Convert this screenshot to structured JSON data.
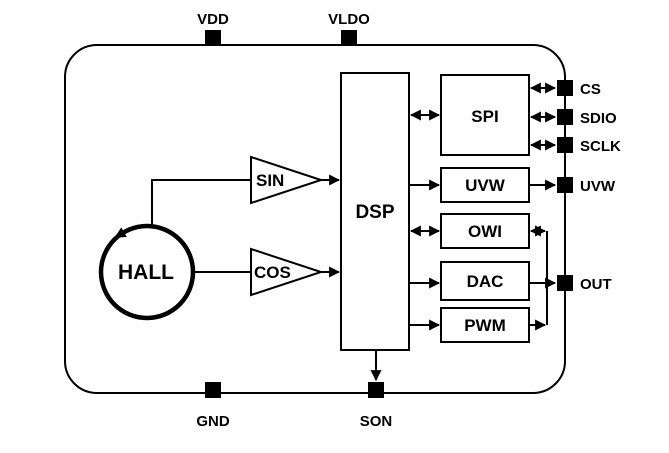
{
  "diagram": {
    "type": "ic-block-diagram",
    "blocks": {
      "hall": {
        "label": "HALL"
      },
      "sin": {
        "label": "SIN"
      },
      "cos": {
        "label": "COS"
      },
      "dsp": {
        "label": "DSP"
      },
      "spi": {
        "label": "SPI"
      },
      "uvw": {
        "label": "UVW"
      },
      "owi": {
        "label": "OWI"
      },
      "dac": {
        "label": "DAC"
      },
      "pwm": {
        "label": "PWM"
      }
    },
    "pins": {
      "vdd": {
        "label": "VDD",
        "side": "top"
      },
      "vldo": {
        "label": "VLDO",
        "side": "top"
      },
      "gnd": {
        "label": "GND",
        "side": "bottom"
      },
      "son": {
        "label": "SON",
        "side": "bottom"
      },
      "cs": {
        "label": "CS",
        "side": "right"
      },
      "sdio": {
        "label": "SDIO",
        "side": "right"
      },
      "sclk": {
        "label": "SCLK",
        "side": "right"
      },
      "uvw": {
        "label": "UVW",
        "side": "right"
      },
      "out": {
        "label": "OUT",
        "side": "right"
      }
    },
    "connections": [
      {
        "from": "HALL",
        "to": "SIN",
        "type": "line"
      },
      {
        "from": "HALL",
        "to": "COS",
        "type": "line"
      },
      {
        "from": "SIN",
        "to": "DSP",
        "type": "arrow"
      },
      {
        "from": "COS",
        "to": "DSP",
        "type": "arrow"
      },
      {
        "from": "DSP",
        "to": "SPI",
        "type": "bidirectional"
      },
      {
        "from": "SPI",
        "to": "CS",
        "type": "bidirectional"
      },
      {
        "from": "SPI",
        "to": "SDIO",
        "type": "bidirectional"
      },
      {
        "from": "SPI",
        "to": "SCLK",
        "type": "bidirectional"
      },
      {
        "from": "DSP",
        "to": "UVW block",
        "type": "arrow"
      },
      {
        "from": "UVW block",
        "to": "UVW pin",
        "type": "arrow"
      },
      {
        "from": "DSP",
        "to": "OWI",
        "type": "bidirectional"
      },
      {
        "from": "OWI",
        "to": "OUT net",
        "type": "bidirectional"
      },
      {
        "from": "DSP",
        "to": "DAC",
        "type": "arrow"
      },
      {
        "from": "DAC",
        "to": "OUT pin",
        "type": "arrow"
      },
      {
        "from": "DSP",
        "to": "PWM",
        "type": "arrow"
      },
      {
        "from": "PWM",
        "to": "OUT net",
        "type": "arrow"
      },
      {
        "from": "DSP",
        "to": "SON",
        "type": "arrow"
      }
    ],
    "colors": {
      "line": "#000000",
      "background": "#ffffff",
      "block_fill": "#ffffff"
    }
  }
}
